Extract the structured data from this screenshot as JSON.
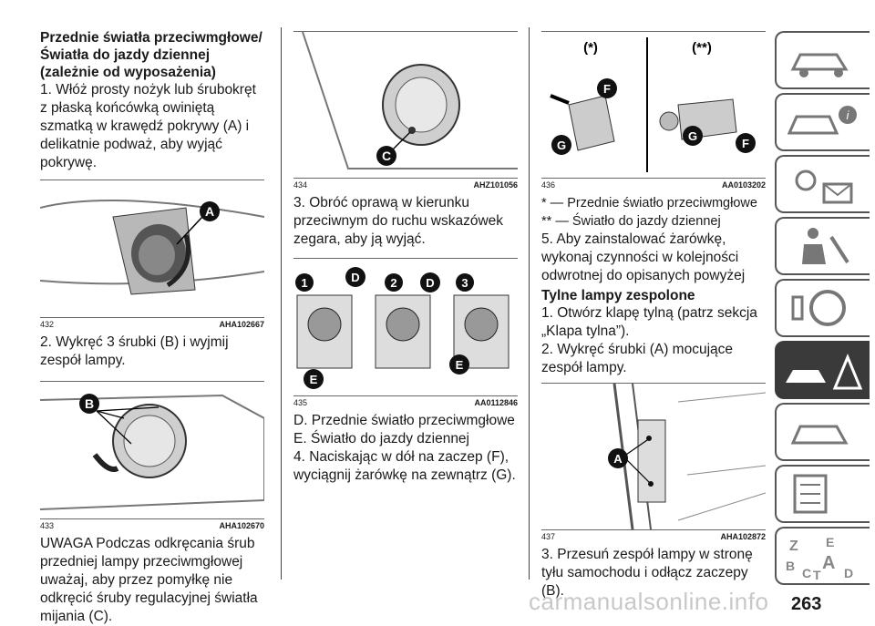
{
  "col1": {
    "heading": "Przednie światła przeciwmgłowe/Światła do jazdy dziennej (zależnie od wyposażenia)",
    "step1": "1. Włóż prosty nożyk lub śrubokręt z płaską końcówką owiniętą szmatką w krawędź pokrywy (A) i delikatnie podważ, aby wyjąć pokrywę.",
    "fig432": {
      "num": "432",
      "code": "AHA102667",
      "label": "A"
    },
    "step2": "2. Wykręć 3 śrubki (B) i wyjmij zespół lampy.",
    "fig433": {
      "num": "433",
      "code": "AHA102670",
      "label": "B"
    },
    "warning": "UWAGA Podczas odkręcania śrub przedniej lampy przeciwmgłowej uważaj, aby przez pomyłkę nie odkręcić śruby regulacyjnej światła mijania (C)."
  },
  "col2": {
    "fig434": {
      "num": "434",
      "code": "AHZ101056",
      "label": "C"
    },
    "step3": "3. Obróć oprawą w kierunku przeciwnym do ruchu wskazówek zegara, aby ją wyjąć.",
    "fig435": {
      "num": "435",
      "code": "AA0112846",
      "labels": [
        "1",
        "D",
        "2",
        "D",
        "3",
        "E",
        "E"
      ]
    },
    "legendD": "D. Przednie światło przeciwmgłowe",
    "legendE": "E. Światło do jazdy dziennej",
    "step4": "4. Naciskając w dół na zaczep (F), wyciągnij żarówkę na zewnątrz (G)."
  },
  "col3": {
    "fig436": {
      "num": "436",
      "code": "AA0103202",
      "left": "(*)",
      "right": "(**)",
      "labels": [
        "F",
        "G",
        "G",
        "F"
      ]
    },
    "note1": "* — Przednie światło przeciwmgłowe",
    "note2": "** — Światło do jazdy dziennej",
    "step5": "5. Aby zainstalować żarówkę, wykonaj czynności w kolejności odwrotnej do opisanych powyżej",
    "heading2": "Tylne lampy zespolone",
    "r1": "1. Otwórz klapę tylną (patrz sekcja „Klapa tylna”).",
    "r2": "2. Wykręć śrubki (A) mocujące zespół lampy.",
    "fig437": {
      "num": "437",
      "code": "AHA102872",
      "label": "A"
    },
    "r3": "3. Przesuń zespół lampy w stronę tyłu samochodu i odłącz zaczepy (B)."
  },
  "page_number": "263",
  "watermark": "carmanualsonline.info",
  "tab_letters": [
    "Z",
    "E",
    "B",
    "A",
    "C",
    "T",
    "D"
  ]
}
